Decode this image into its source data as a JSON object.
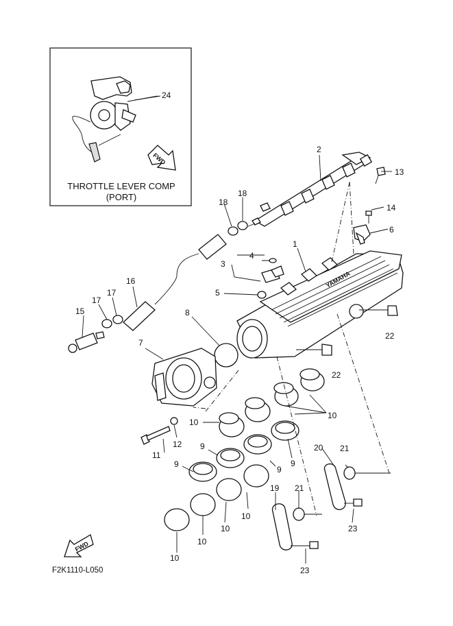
{
  "inset": {
    "title_line1": "THROTTLE LEVER COMP",
    "title_line2": "(PORT)",
    "fwd_text": "FWD"
  },
  "main_fwd_text": "FWD",
  "drawing_code": "F2K1110-L050",
  "callouts": [
    {
      "id": "c24",
      "text": "24"
    },
    {
      "id": "c2",
      "text": "2"
    },
    {
      "id": "c13",
      "text": "13"
    },
    {
      "id": "c18a",
      "text": "18"
    },
    {
      "id": "c18b",
      "text": "18"
    },
    {
      "id": "c14",
      "text": "14"
    },
    {
      "id": "c6",
      "text": "6"
    },
    {
      "id": "c1",
      "text": "1"
    },
    {
      "id": "c4",
      "text": "4"
    },
    {
      "id": "c3",
      "text": "3"
    },
    {
      "id": "c5",
      "text": "5"
    },
    {
      "id": "c16",
      "text": "16"
    },
    {
      "id": "c17a",
      "text": "17"
    },
    {
      "id": "c17b",
      "text": "17"
    },
    {
      "id": "c15",
      "text": "15"
    },
    {
      "id": "c8",
      "text": "8"
    },
    {
      "id": "c22a",
      "text": "22"
    },
    {
      "id": "c7",
      "text": "7"
    },
    {
      "id": "c22b",
      "text": "22"
    },
    {
      "id": "c10a",
      "text": "10"
    },
    {
      "id": "c10b",
      "text": "10"
    },
    {
      "id": "c11",
      "text": "11"
    },
    {
      "id": "c12",
      "text": "12"
    },
    {
      "id": "c9a",
      "text": "9"
    },
    {
      "id": "c9b",
      "text": "9"
    },
    {
      "id": "c9c",
      "text": "9"
    },
    {
      "id": "c9d",
      "text": "9"
    },
    {
      "id": "c20",
      "text": "20"
    },
    {
      "id": "c21a",
      "text": "21"
    },
    {
      "id": "c19",
      "text": "19"
    },
    {
      "id": "c21b",
      "text": "21"
    },
    {
      "id": "c23a",
      "text": "23"
    },
    {
      "id": "c10c",
      "text": "10"
    },
    {
      "id": "c10d",
      "text": "10"
    },
    {
      "id": "c10e",
      "text": "10"
    },
    {
      "id": "c10f",
      "text": "10"
    },
    {
      "id": "c23b",
      "text": "23"
    }
  ]
}
